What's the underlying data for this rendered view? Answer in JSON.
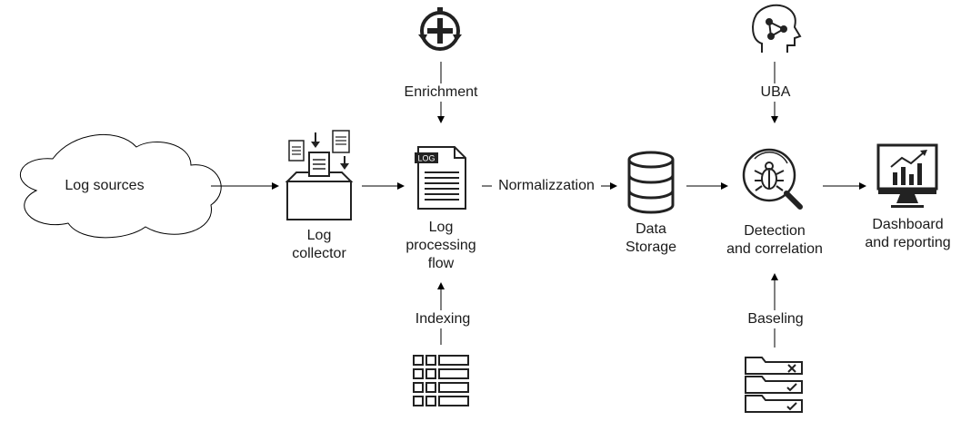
{
  "nodes": {
    "log_sources": "Log sources",
    "log_collector_l1": "Log",
    "log_collector_l2": "collector",
    "log_processing_l1": "Log",
    "log_processing_l2": "processing",
    "log_processing_l3": "flow",
    "data_storage_l1": "Data",
    "data_storage_l2": "Storage",
    "detection_l1": "Detection",
    "detection_l2": "and correlation",
    "dashboard_l1": "Dashboard",
    "dashboard_l2": "and reporting"
  },
  "edges": {
    "enrichment": "Enrichment",
    "indexing": "Indexing",
    "normalization": "Normalizzation",
    "uba": "UBA",
    "baseling": "Baseling"
  },
  "icons": {
    "log_badge": "LOG"
  }
}
